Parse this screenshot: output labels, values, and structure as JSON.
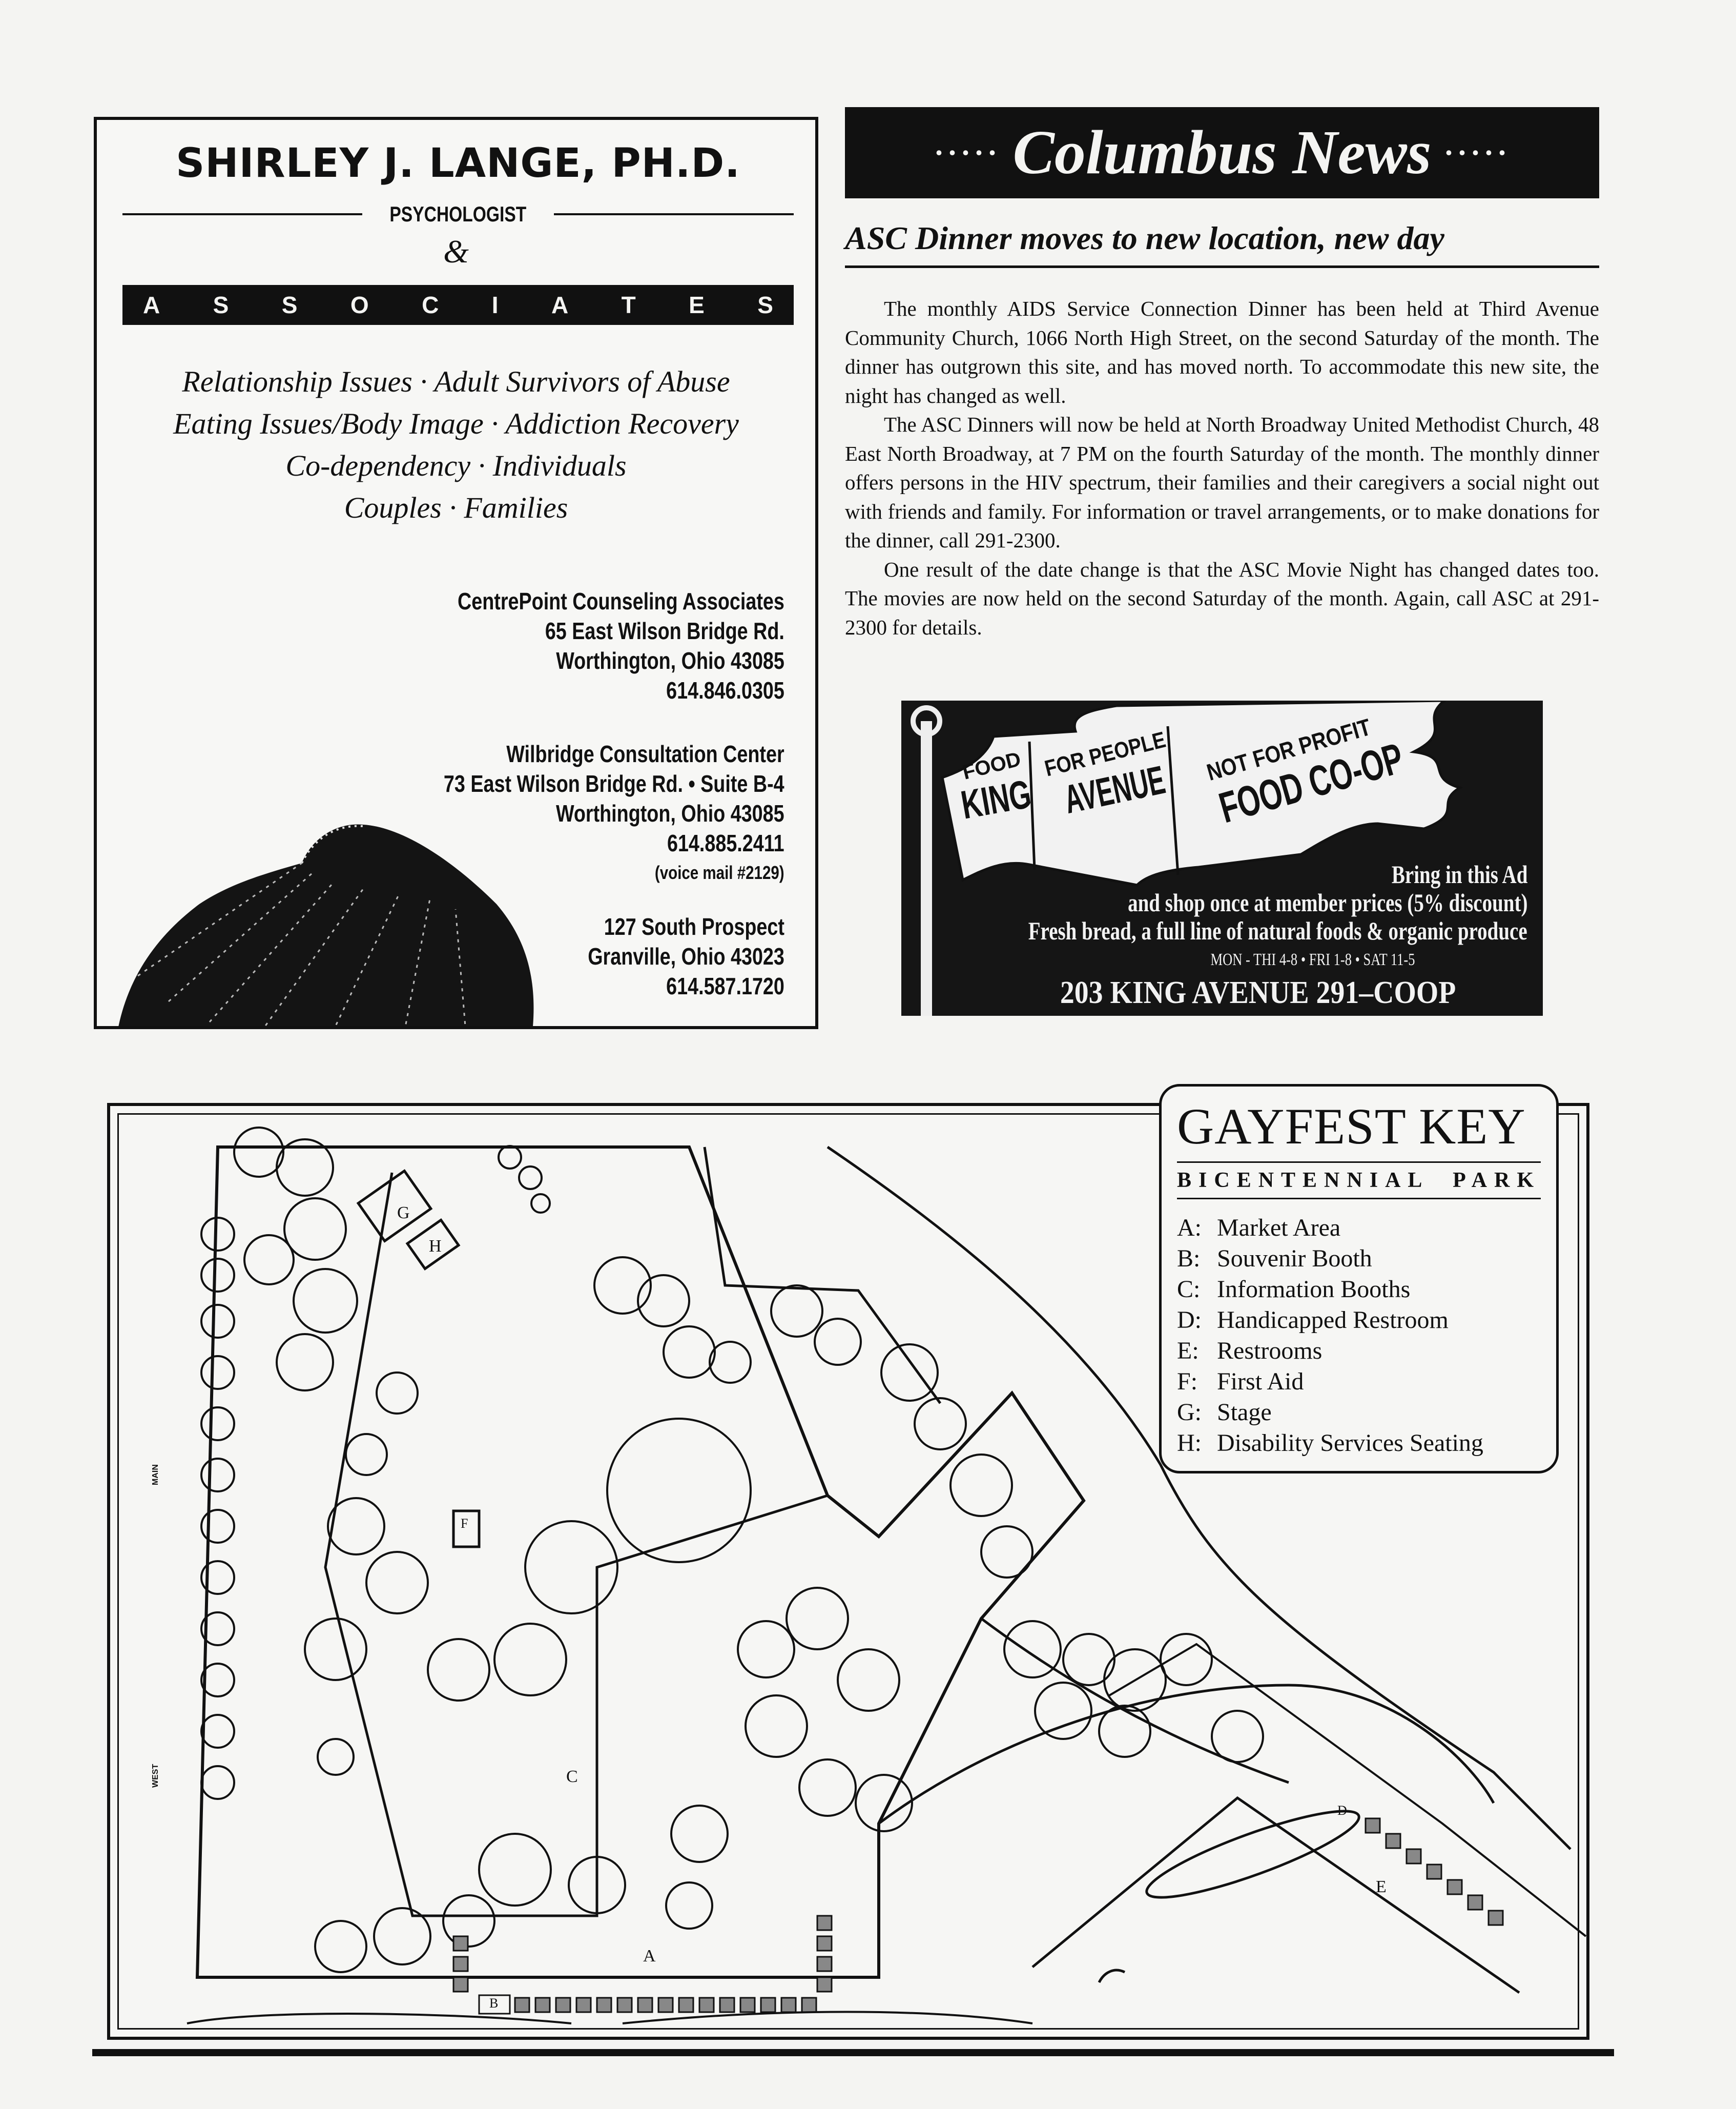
{
  "lange_ad": {
    "name": "SHIRLEY J. LANGE, PH.D.",
    "profession": "PSYCHOLOGIST",
    "ampersand": "&",
    "associates_letters": [
      "A",
      "S",
      "S",
      "O",
      "C",
      "I",
      "A",
      "T",
      "E",
      "S"
    ],
    "services": [
      "Relationship Issues · Adult Survivors of Abuse",
      "Eating Issues/Body Image · Addiction Recovery",
      "Co-dependency · Individuals",
      "Couples · Families"
    ],
    "locations": [
      {
        "lines": [
          "CentrePoint Counseling Associates",
          "65 East Wilson Bridge Rd.",
          "Worthington, Ohio 43085",
          "614.846.0305"
        ]
      },
      {
        "lines": [
          "Wilbridge Consultation Center",
          "73 East Wilson Bridge Rd. • Suite B-4",
          "Worthington, Ohio 43085",
          "614.885.2411"
        ],
        "note": "(voice mail #2129)"
      },
      {
        "lines": [
          "127 South Prospect",
          "Granville, Ohio 43023",
          "614.587.1720"
        ]
      }
    ]
  },
  "news": {
    "banner_dots": "·····",
    "banner_title": "Columbus News",
    "headline": "ASC Dinner moves to new location, new day",
    "paragraphs": [
      "The monthly AIDS Service Connection Dinner has been held at Third Avenue Community Church, 1066 North High Street, on the second Saturday of the month. The dinner has outgrown this site, and has moved north. To accommodate this new site, the night has changed as well.",
      "The ASC Dinners will now be held at North Broadway United Methodist Church, 48 East North Broadway, at 7 PM on the fourth Saturday of the month. The monthly dinner offers persons in the HIV spectrum, their families and their caregivers a social night out with friends and family. For information or travel arrangements, or to make donations for the dinner, call 291-2300.",
      "One result of the date change is that the ASC Movie Night has changed dates too. The movies are now held on the second Saturday of the month. Again, call ASC at 291-2300 for details."
    ]
  },
  "coop_ad": {
    "flag1": [
      "FOOD",
      "KING"
    ],
    "flag2": [
      "FOR PEOPLE",
      "AVENUE"
    ],
    "flag3": [
      "NOT FOR PROFIT",
      "FOOD CO-OP"
    ],
    "line1": "Bring in this Ad",
    "line2": "and shop once at member prices (5% discount)",
    "line3": "Fresh bread, a full line of natural foods & organic produce",
    "hours": "MON - THI 4-8 • FRI 1-8 • SAT 11-5",
    "address": "203 KING AVENUE  291–COOP"
  },
  "map": {
    "labels": {
      "A": "A",
      "B": "B",
      "C": "C",
      "D": "D",
      "E": "E",
      "F": "F",
      "G": "G",
      "H": "H"
    },
    "streets": {
      "main": "MAIN",
      "west": "WEST"
    },
    "key": {
      "title": "GAYFEST KEY",
      "subtitle_left": "BICENTENNIAL",
      "subtitle_right": "PARK",
      "items": [
        {
          "letter": "A:",
          "label": "Market Area"
        },
        {
          "letter": "B:",
          "label": "Souvenir Booth"
        },
        {
          "letter": "C:",
          "label": "Information Booths"
        },
        {
          "letter": "D:",
          "label": "Handicapped Restroom"
        },
        {
          "letter": "E:",
          "label": "Restrooms"
        },
        {
          "letter": "F:",
          "label": "First Aid"
        },
        {
          "letter": "G:",
          "label": "Stage"
        },
        {
          "letter": "H:",
          "label": "Disability Services Seating"
        }
      ]
    }
  }
}
